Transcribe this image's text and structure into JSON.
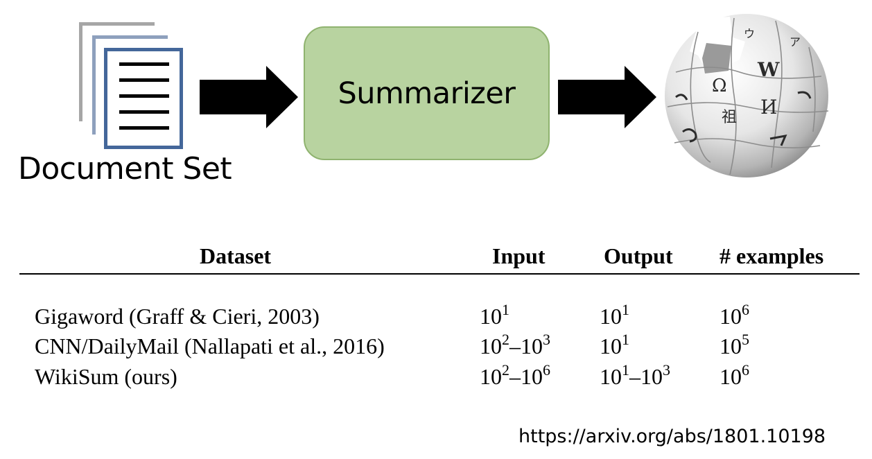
{
  "diagram": {
    "document_label": "Document Set",
    "summarizer_label": "Summarizer",
    "globe_glyphs": [
      "Ω",
      "W",
      "И",
      "祖",
      "ア",
      "ウ"
    ],
    "colors": {
      "summarizer_fill": "#b8d3a0",
      "summarizer_border": "#8fb36f",
      "doc_front": "#44679a",
      "doc_mid": "#8ea0bd",
      "doc_back": "#a6a6a6"
    }
  },
  "table": {
    "headers": {
      "dataset": "Dataset",
      "input": "Input",
      "output": "Output",
      "examples": "# examples"
    },
    "rows": [
      {
        "dataset": "Gigaword (Graff & Cieri, 2003)",
        "input": [
          [
            "10",
            "1"
          ]
        ],
        "output": [
          [
            "10",
            "1"
          ]
        ],
        "examples": [
          [
            "10",
            "6"
          ]
        ]
      },
      {
        "dataset": "CNN/DailyMail (Nallapati et al., 2016)",
        "input": [
          [
            "10",
            "2"
          ],
          [
            "10",
            "3"
          ]
        ],
        "output": [
          [
            "10",
            "1"
          ]
        ],
        "examples": [
          [
            "10",
            "5"
          ]
        ]
      },
      {
        "dataset": "WikiSum (ours)",
        "input": [
          [
            "10",
            "2"
          ],
          [
            "10",
            "6"
          ]
        ],
        "output": [
          [
            "10",
            "1"
          ],
          [
            "10",
            "3"
          ]
        ],
        "examples": [
          [
            "10",
            "6"
          ]
        ]
      }
    ]
  },
  "source_url": "https://arxiv.org/abs/1801.10198"
}
